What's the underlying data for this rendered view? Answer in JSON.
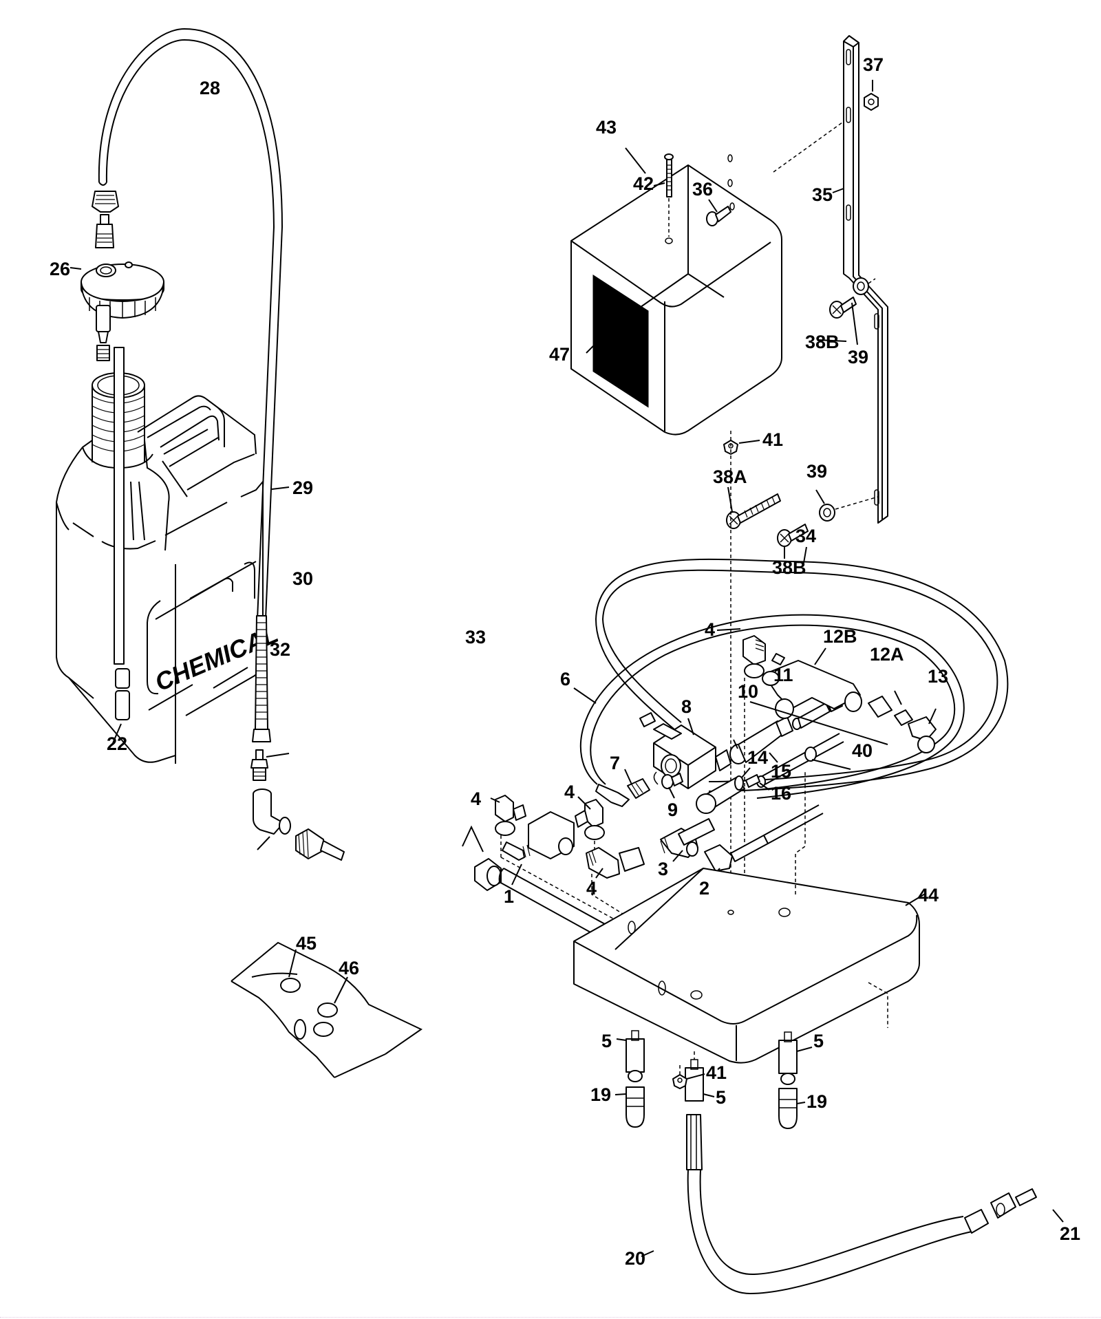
{
  "diagram": {
    "type": "exploded-parts-diagram",
    "jug_label": "CHEMICAL",
    "colors": {
      "line": "#000000",
      "background": "#ffffff",
      "decal": "#000000"
    },
    "callouts": {
      "c1": "1",
      "c2": "2",
      "c3": "3",
      "c4a": "4",
      "c4b": "4",
      "c4c": "4",
      "c4d": "4",
      "c5a": "5",
      "c5b": "5",
      "c5c": "5",
      "c6": "6",
      "c7": "7",
      "c8": "8",
      "c9": "9",
      "c10": "10",
      "c11": "11",
      "c12a": "12A",
      "c12b": "12B",
      "c13": "13",
      "c14": "14",
      "c15": "15",
      "c16": "16",
      "c19a": "19",
      "c19b": "19",
      "c20": "20",
      "c21": "21",
      "c22": "22",
      "c26": "26",
      "c28": "28",
      "c29": "29",
      "c30": "30",
      "c32": "32",
      "c33": "33",
      "c34": "34",
      "c35": "35",
      "c36": "36",
      "c37": "37",
      "c38a": "38A",
      "c38b1": "38B",
      "c38b2": "38B",
      "c39a": "39",
      "c39b": "39",
      "c40": "40",
      "c41a": "41",
      "c41b": "41",
      "c42": "42",
      "c43": "43",
      "c44": "44",
      "c45": "45",
      "c46": "46",
      "c47": "47"
    }
  }
}
